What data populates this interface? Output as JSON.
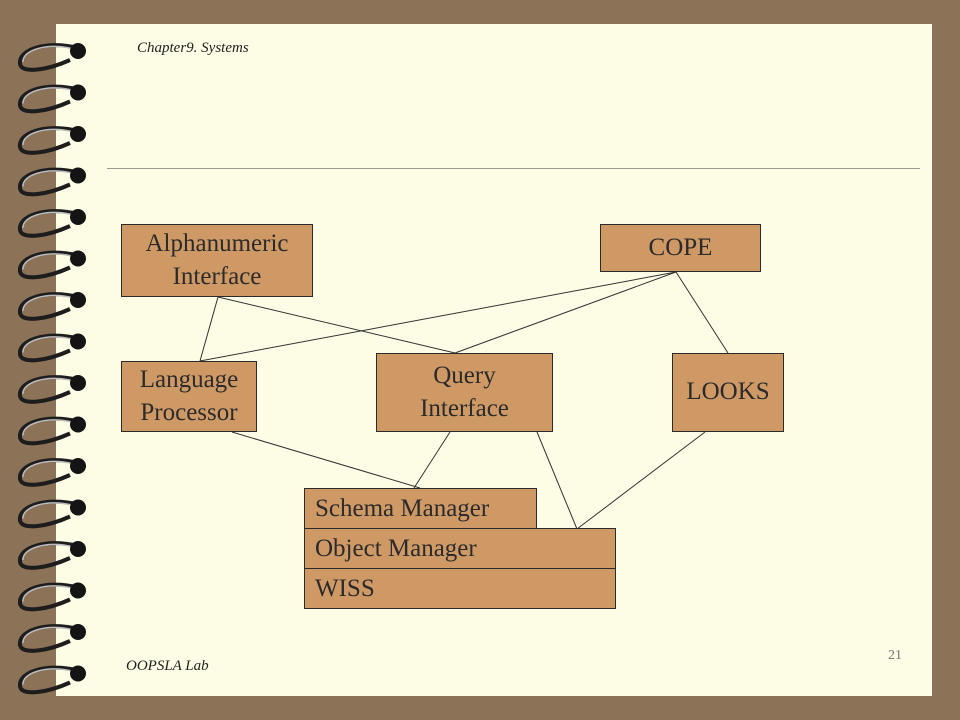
{
  "header": {
    "chapter": "Chapter9. Systems"
  },
  "diagram": {
    "nodes": {
      "alphanumeric_interface": "Alphanumeric\nInterface",
      "cope": "COPE",
      "language_processor": "Language\nProcessor",
      "query_interface": "Query\nInterface",
      "looks": "LOOKS",
      "schema_manager": "Schema Manager",
      "object_manager": "Object Manager",
      "wiss": "WISS"
    },
    "edges": [
      [
        "alphanumeric_interface",
        "language_processor"
      ],
      [
        "alphanumeric_interface",
        "query_interface"
      ],
      [
        "cope",
        "language_processor"
      ],
      [
        "cope",
        "query_interface"
      ],
      [
        "cope",
        "looks"
      ],
      [
        "language_processor",
        "schema_manager"
      ],
      [
        "query_interface",
        "schema_manager"
      ],
      [
        "query_interface",
        "object_manager"
      ],
      [
        "looks",
        "object_manager"
      ]
    ]
  },
  "footer": {
    "org": "OOPSLA Lab",
    "page_number": "21"
  },
  "colors": {
    "box_fill": "#cf9966",
    "paper": "#fdfde6",
    "border": "#8c7358"
  }
}
